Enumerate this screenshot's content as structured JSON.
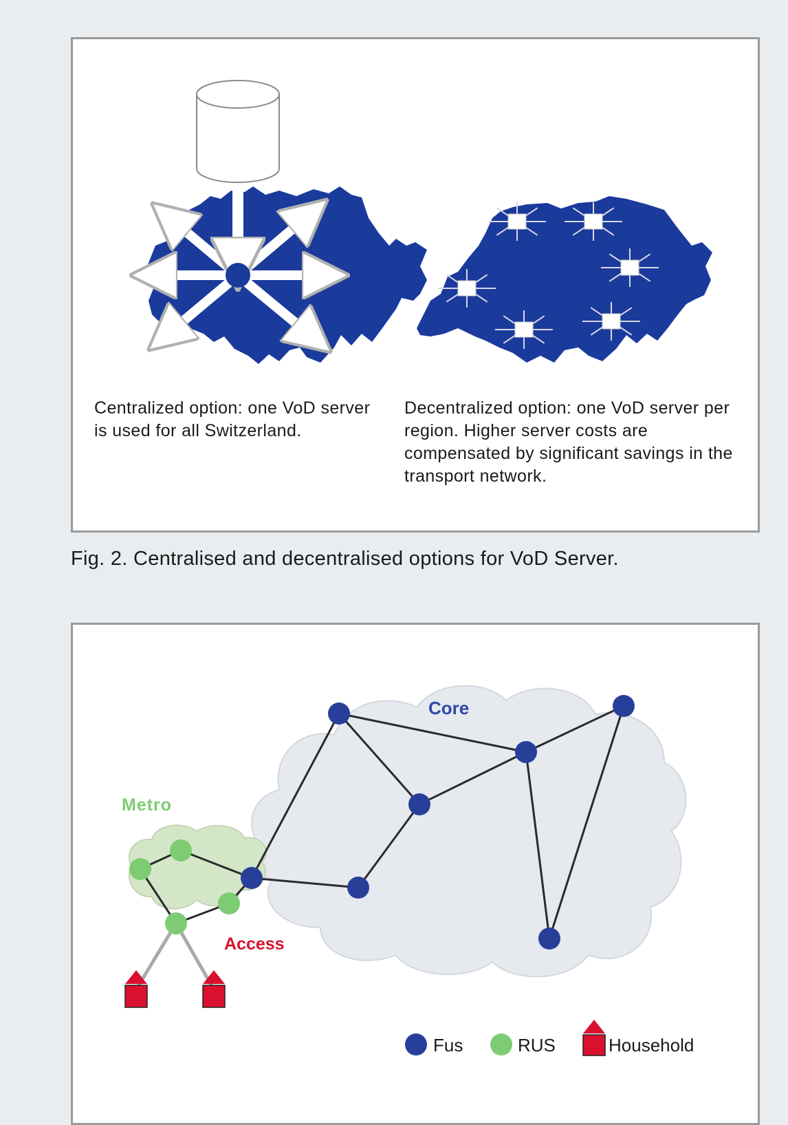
{
  "figure2": {
    "left_caption": "Centralized option: one VoD server is used for all Switzerland.",
    "right_caption": "Decentralized option: one VoD server per region. Higher server costs are compensated by significant savings in the transport network.",
    "caption": "Fig. 2. Centralised and decentralised options for VoD Server."
  },
  "figure3": {
    "labels": {
      "core": "Core",
      "metro": "Metro",
      "access": "Access"
    },
    "legend": [
      {
        "label": "Fus",
        "icon": "blue-circle-icon"
      },
      {
        "label": "RUS",
        "icon": "green-circle-icon"
      },
      {
        "label": "Household",
        "icon": "household-icon"
      }
    ]
  },
  "colors": {
    "map_blue": "#1a3a9c",
    "fus_blue": "#283f99",
    "rus_green": "#7dcc73",
    "household_red": "#d9112f",
    "core_label": "#2f49a6",
    "metro_label": "#7dcc73",
    "access_label": "#d9112f"
  }
}
